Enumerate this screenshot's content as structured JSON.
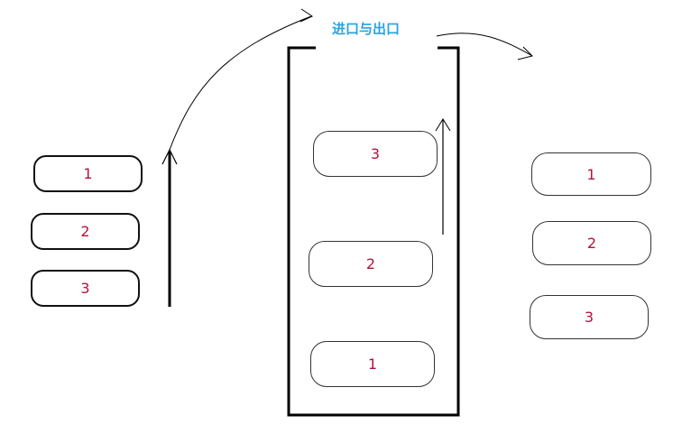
{
  "title": "进口与出口",
  "accent_color": "#2aa3e0",
  "label_color": "#b0143c",
  "left_stack": [
    "1",
    "2",
    "3"
  ],
  "container_stack": [
    "3",
    "2",
    "1"
  ],
  "right_stack": [
    "1",
    "2",
    "3"
  ]
}
